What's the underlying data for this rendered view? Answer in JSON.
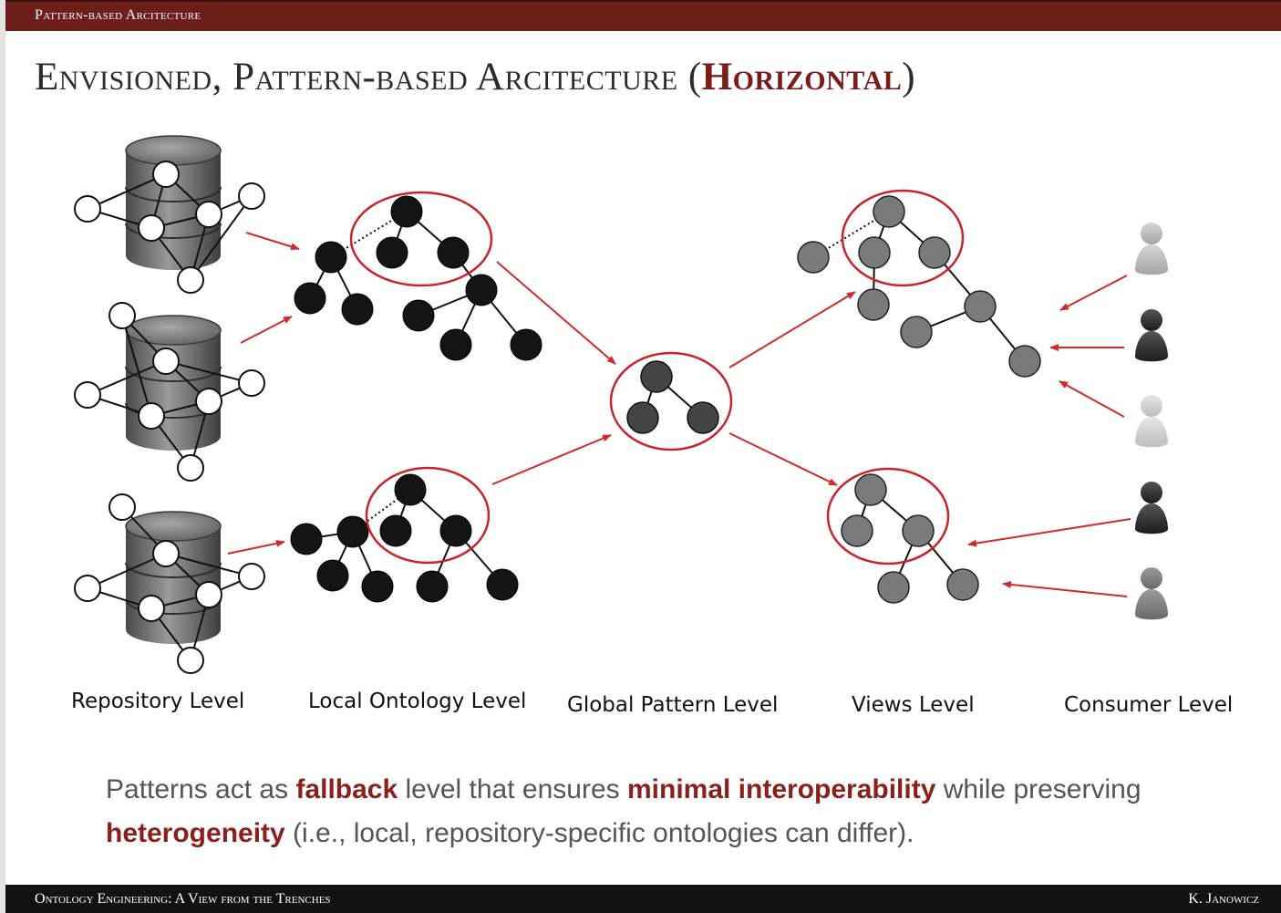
{
  "header": {
    "section": "Pattern-based Arcitecture"
  },
  "title": {
    "main": "Envisioned, Pattern-based Arcitecture (",
    "accent": "Horizontal",
    "close": ")"
  },
  "levels": {
    "repository": "Repository Level",
    "local": "Local Ontology Level",
    "global": "Global Pattern Level",
    "views": "Views Level",
    "consumer": "Consumer Level"
  },
  "message": {
    "p1": "Patterns act as ",
    "h1": "fallback",
    "p2": " level that ensures ",
    "h2": "minimal interoperability",
    "p3": " while preserving ",
    "h3": "heterogeneity",
    "p4": " (i.e., local, repository-specific ontologies can differ)."
  },
  "footer": {
    "left": "Ontology Engineering: A View from the Trenches",
    "right": "K. Janowicz"
  },
  "colors": {
    "header_bar": "#6b1e1a",
    "accent": "#8a1f1c",
    "arrow": "#d12a2a",
    "highlight_circle": "#c8242a",
    "local_node": "#141414",
    "global_node": "#444444",
    "view_node": "#7a7a7a",
    "footer_bar": "#121212"
  }
}
